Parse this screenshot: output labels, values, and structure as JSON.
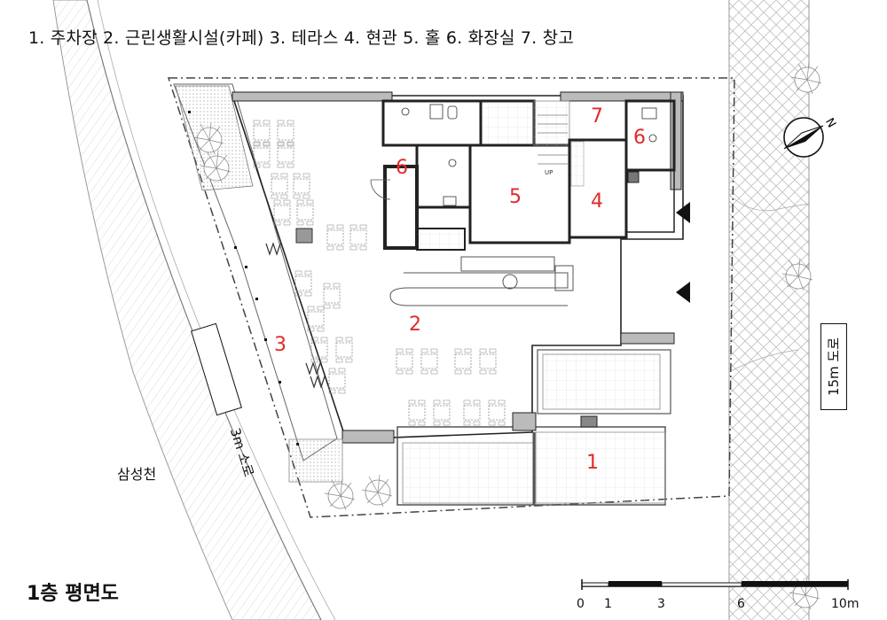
{
  "legend": "1. 주차장  2. 근린생활시설(카페)  3. 테라스  4. 현관  5. 홀  6. 화장실  7. 창고",
  "title": "1층 평면도",
  "labels": {
    "stream": "삼성천",
    "road": "15m 도로",
    "alley": "3m 소로",
    "north": "N"
  },
  "rooms": [
    "1",
    "2",
    "3",
    "4",
    "5",
    "6",
    "6",
    "7"
  ],
  "scale_bar": {
    "ticks": [
      "0",
      "1",
      "3",
      "6",
      "10m"
    ]
  },
  "colors": {
    "room_number": "#e02a2a",
    "line": "#222222"
  }
}
